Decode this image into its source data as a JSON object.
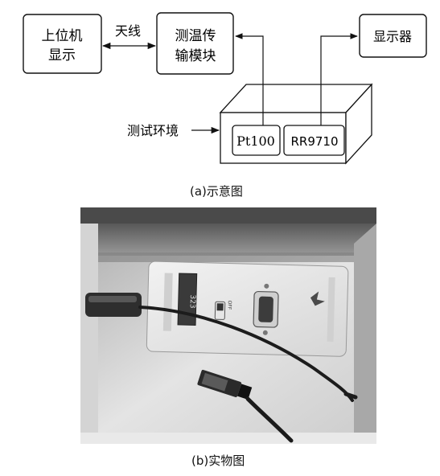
{
  "diagram": {
    "upper_computer_line1": "上位机",
    "upper_computer_line2": "显示",
    "antenna_label": "天线",
    "module_line1": "测温传",
    "module_line2": "输模块",
    "display_label": "显示器",
    "environment_label": "测试环境",
    "pt100_label": "Pt100",
    "rr9710_label": "RR9710",
    "caption": "(a)示意图"
  },
  "photo": {
    "caption": "(b)实物图",
    "device_lcd_reading": "323",
    "switch_label": "OFF"
  }
}
